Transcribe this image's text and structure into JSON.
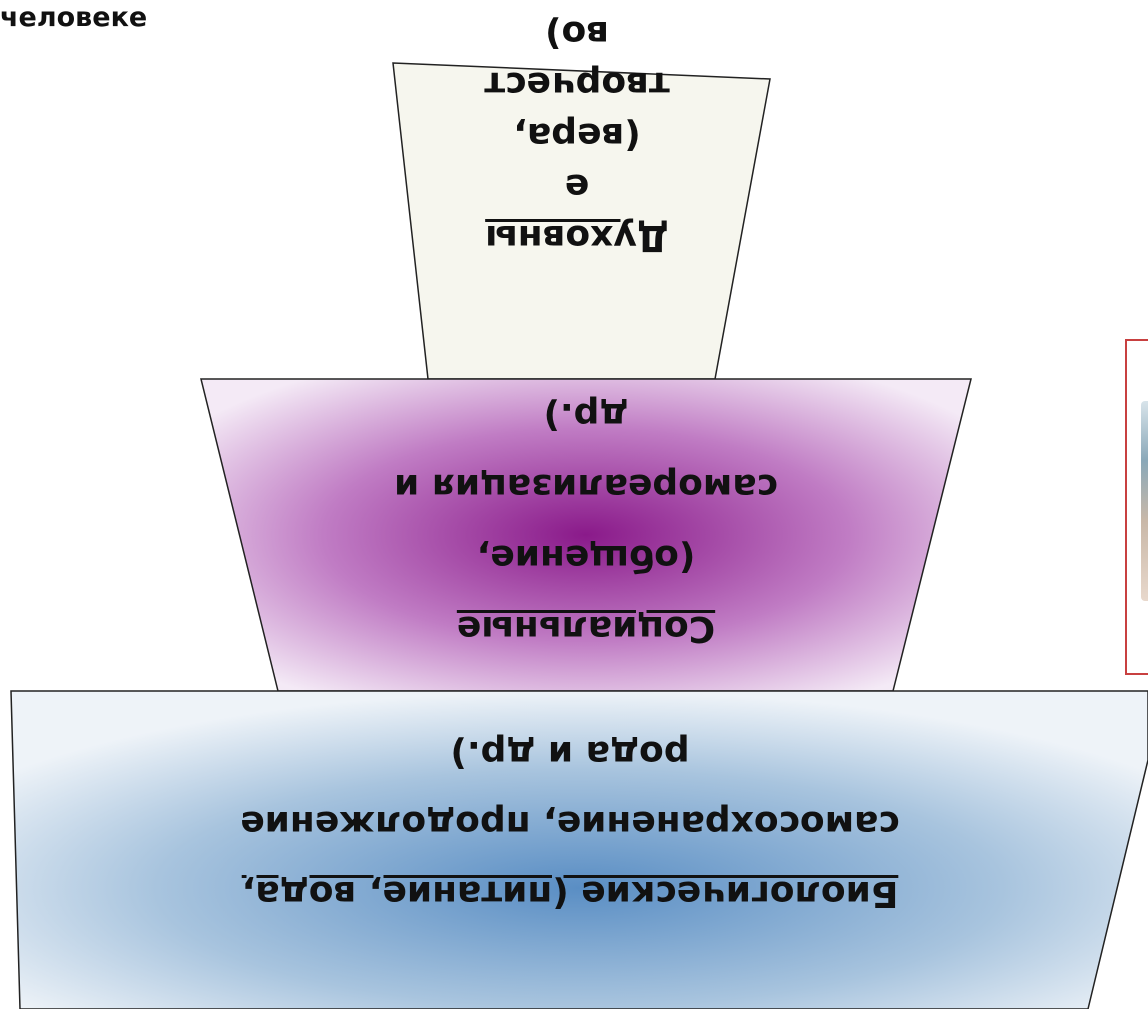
{
  "header": {
    "fragment": "человеке"
  },
  "tiers": {
    "spiritual": {
      "lines": [
        "Духовны",
        "е",
        "(вера,",
        "творчест",
        "во)"
      ],
      "fill": "#f6f6ee"
    },
    "social": {
      "lines": [
        "Социальные",
        "(общение,",
        "самореализация и",
        "др.)"
      ],
      "fill_center": "#8a1a8a",
      "fill_edge": "#f4eaf6"
    },
    "biological": {
      "lines": [
        "Биологические (питание, вода,",
        "самосохранение, продолжение",
        "рода и др.)"
      ],
      "fill_center": "#5a8ec4",
      "fill_edge": "#eef3f8"
    }
  },
  "side_panel": {
    "border_color": "#c84040"
  }
}
